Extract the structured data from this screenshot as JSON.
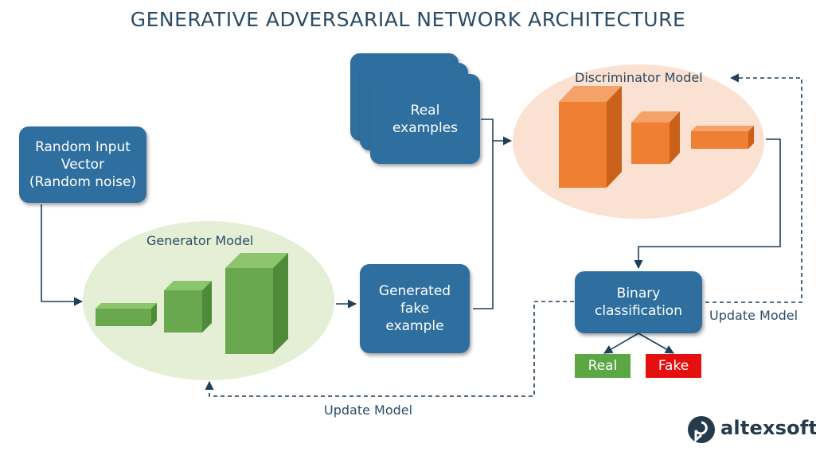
{
  "title": "GENERATIVE ADVERSARIAL NETWORK ARCHITECTURE",
  "nodes": {
    "random_input": "Random Input\nVector\n(Random noise)",
    "real_examples": "Real\nexamples",
    "generated_fake": "Generated\nfake\nexample",
    "binary_classification": "Binary\nclassification"
  },
  "models": {
    "generator": "Generator Model",
    "discriminator": "Discriminator Model"
  },
  "outputs": {
    "real": "Real",
    "fake": "Fake"
  },
  "edge_labels": {
    "update_discriminator": "Update Model",
    "update_generator": "Update Model"
  },
  "logo": {
    "text": "altexsoft"
  },
  "colors": {
    "node_blue": "#2f6f9f",
    "generator_green": "#6aa84f",
    "generator_ellipse": "#e4efd6",
    "discriminator_orange": "#ef7f32",
    "discriminator_ellipse": "#fbe1d2",
    "real_green": "#5aa744",
    "fake_red": "#e60f0f",
    "line": "#1f3f5a"
  }
}
